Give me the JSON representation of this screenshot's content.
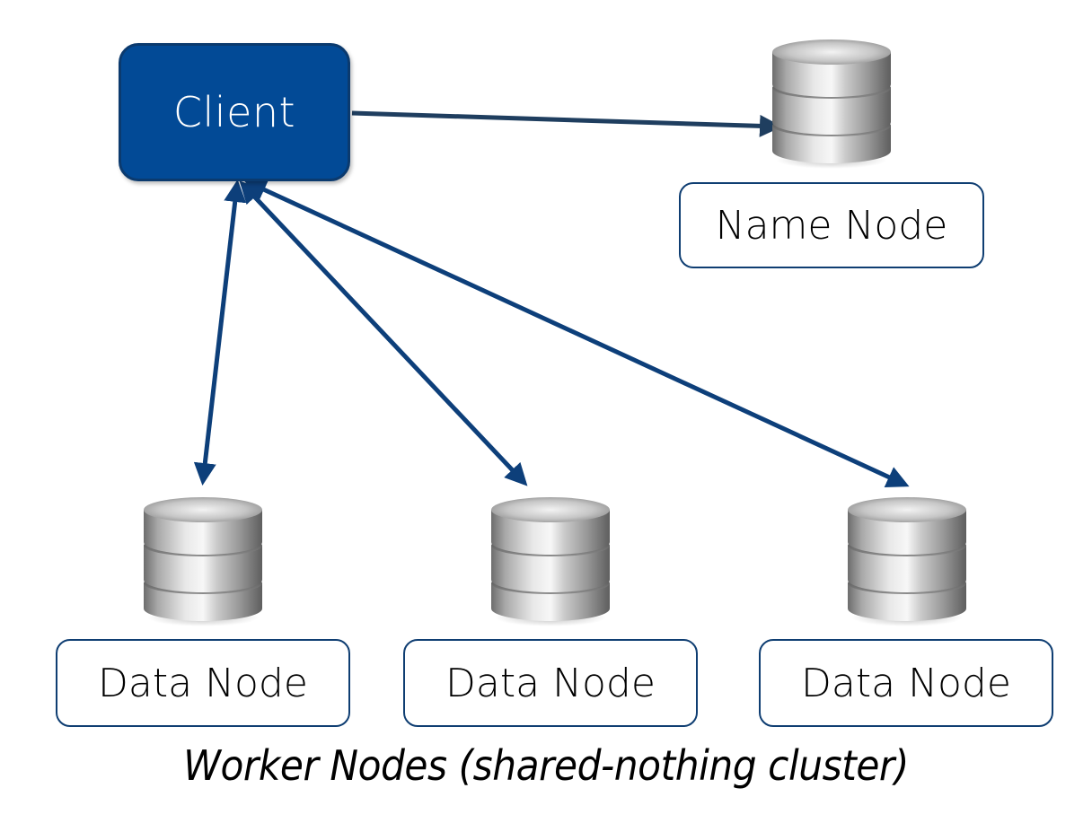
{
  "diagram": {
    "client": {
      "label": "Client",
      "icon": "client-box"
    },
    "name_node": {
      "label": "Name Node",
      "icon": "database-icon"
    },
    "data_nodes": [
      {
        "label": "Data Node",
        "icon": "database-icon"
      },
      {
        "label": "Data Node",
        "icon": "database-icon"
      },
      {
        "label": "Data Node",
        "icon": "database-icon"
      }
    ],
    "caption": "Worker Nodes (shared-nothing cluster)",
    "edges": [
      {
        "from": "client",
        "to": "name_node",
        "direction": "forward"
      },
      {
        "from": "client",
        "to": "data_node_1",
        "direction": "bidirectional"
      },
      {
        "from": "client",
        "to": "data_node_2",
        "direction": "bidirectional"
      },
      {
        "from": "client",
        "to": "data_node_3",
        "direction": "bidirectional"
      }
    ],
    "colors": {
      "client_fill": "#024a96",
      "client_border": "#0b3a6e",
      "arrow": "#0d3f7a",
      "arrow_to_name_node": "#1f3e5f",
      "label_border": "#0f3e72"
    }
  }
}
